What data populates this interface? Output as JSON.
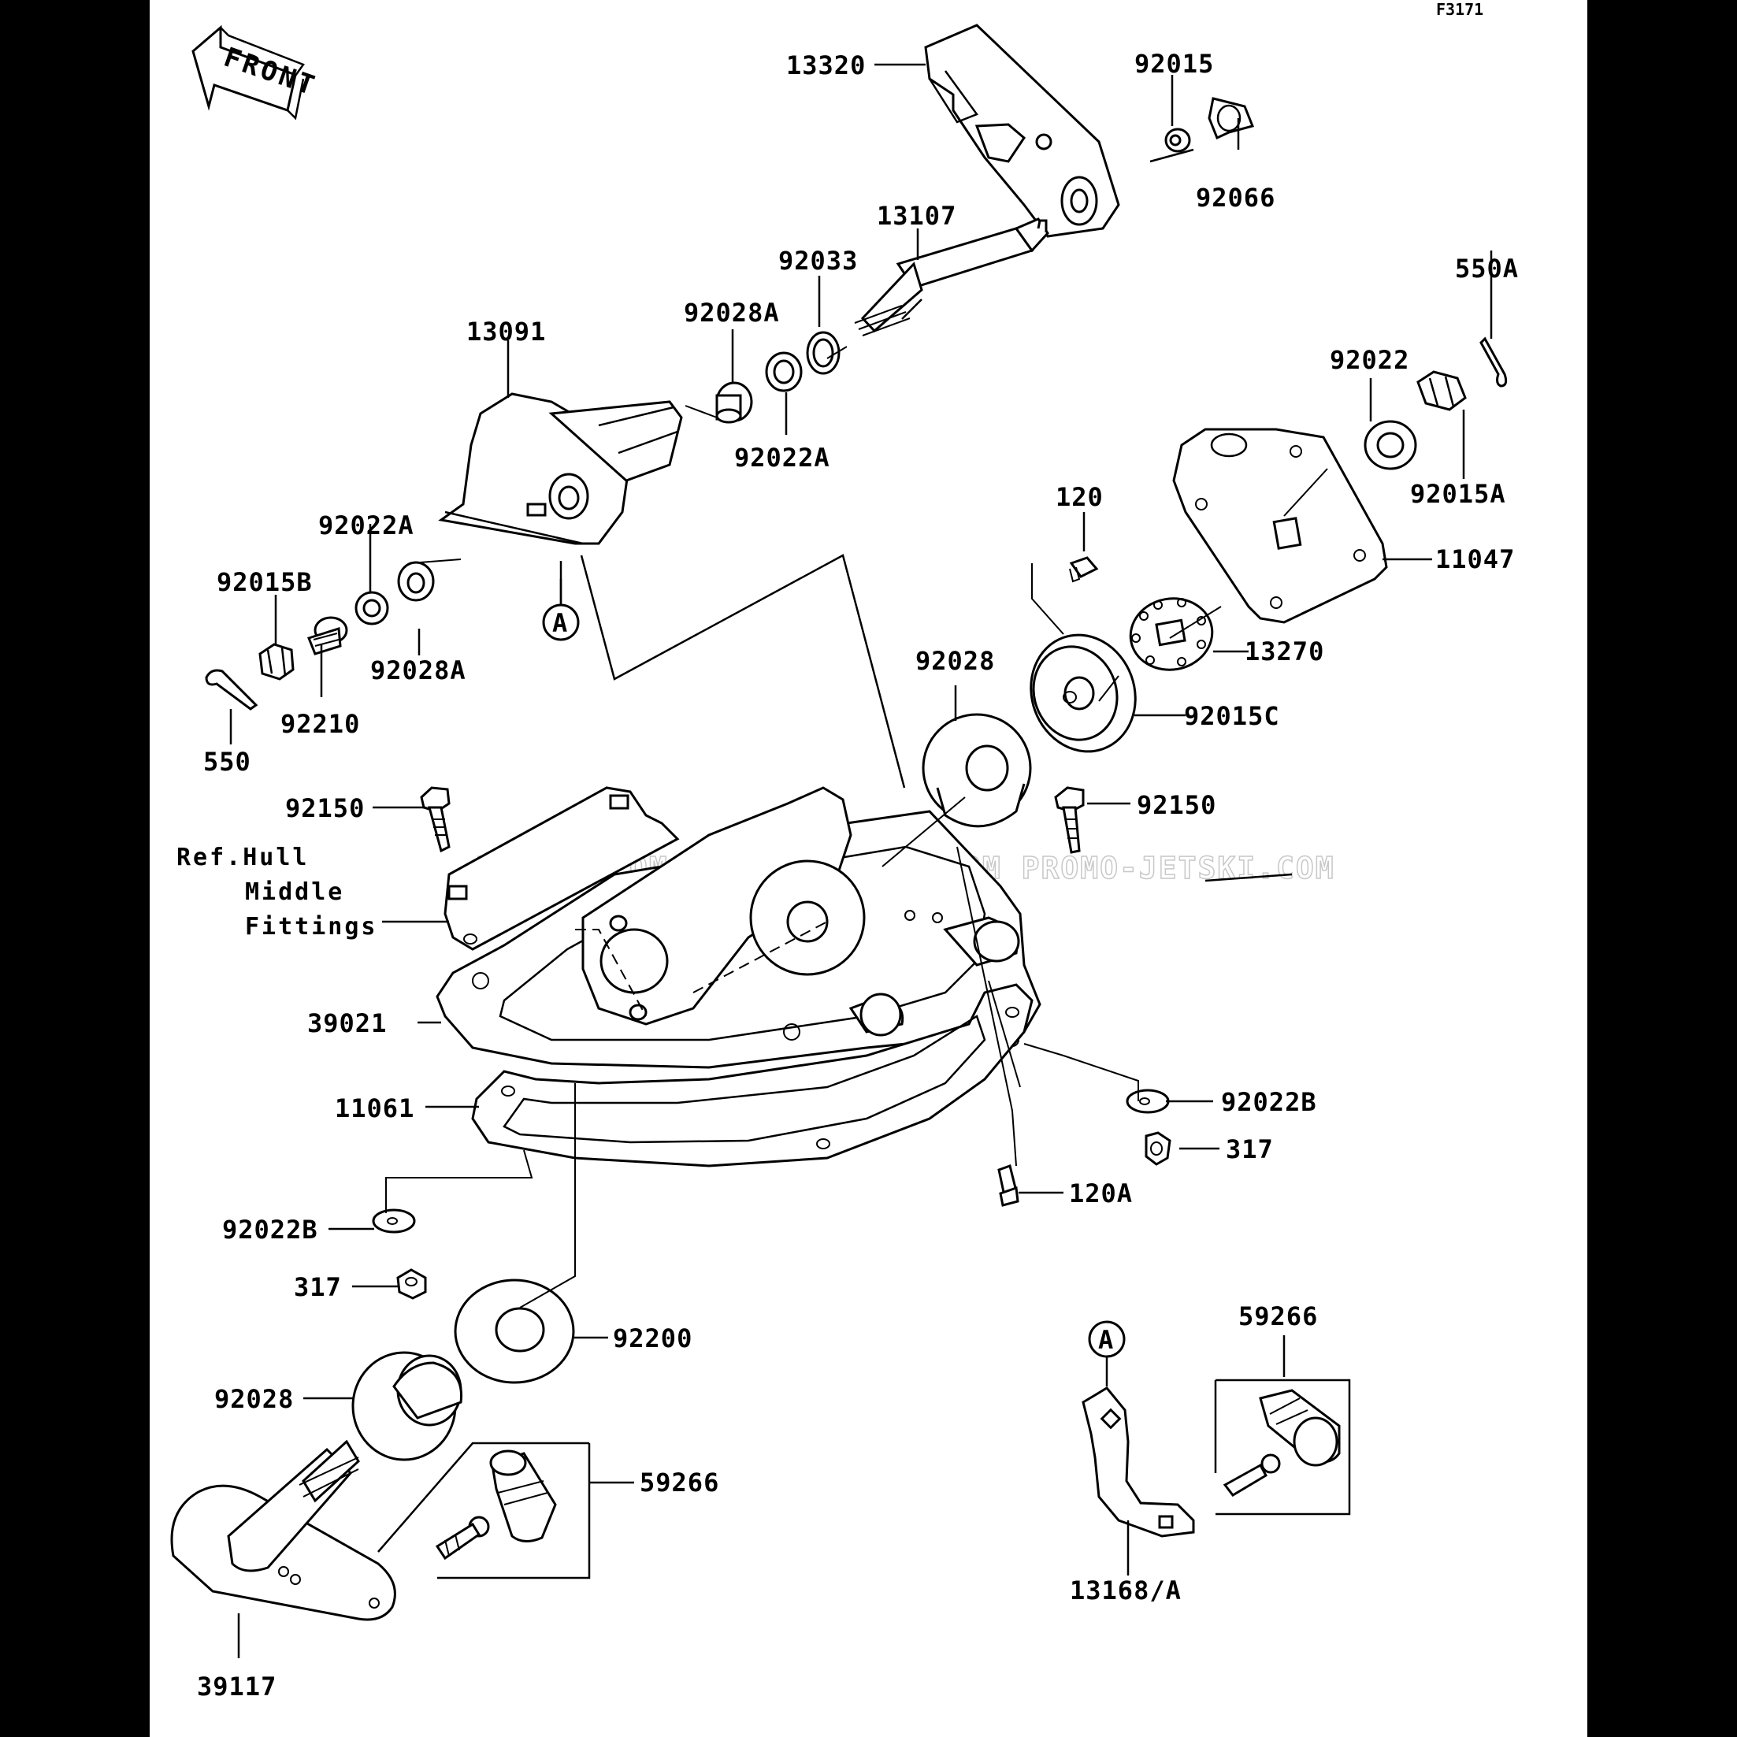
{
  "figure_code": "F3171",
  "direction_label": "FRONT",
  "watermark": "JETSKI.COM  PROMO-JETSKI.COM  PROMO-JETSKI.COM",
  "reference_note": [
    "Ref.Hull",
    "Middle",
    "Fittings"
  ],
  "callout_letter": "A",
  "parts": [
    {
      "number": "13320"
    },
    {
      "number": "92015"
    },
    {
      "number": "92066"
    },
    {
      "number": "13107"
    },
    {
      "number": "92033"
    },
    {
      "number": "550A"
    },
    {
      "number": "13091"
    },
    {
      "number": "92028A"
    },
    {
      "number": "92022"
    },
    {
      "number": "92022A"
    },
    {
      "number": "92015A"
    },
    {
      "number": "120"
    },
    {
      "number": "11047"
    },
    {
      "number": "92022A"
    },
    {
      "number": "92015B"
    },
    {
      "number": "13270"
    },
    {
      "number": "92028"
    },
    {
      "number": "92028A"
    },
    {
      "number": "92015C"
    },
    {
      "number": "92210"
    },
    {
      "number": "550"
    },
    {
      "number": "92150"
    },
    {
      "number": "92150"
    },
    {
      "number": "39021"
    },
    {
      "number": "11061"
    },
    {
      "number": "92022B"
    },
    {
      "number": "317"
    },
    {
      "number": "120A"
    },
    {
      "number": "92022B"
    },
    {
      "number": "317"
    },
    {
      "number": "92200"
    },
    {
      "number": "59266"
    },
    {
      "number": "92028"
    },
    {
      "number": "59266"
    },
    {
      "number": "13168/A"
    },
    {
      "number": "39117"
    }
  ]
}
